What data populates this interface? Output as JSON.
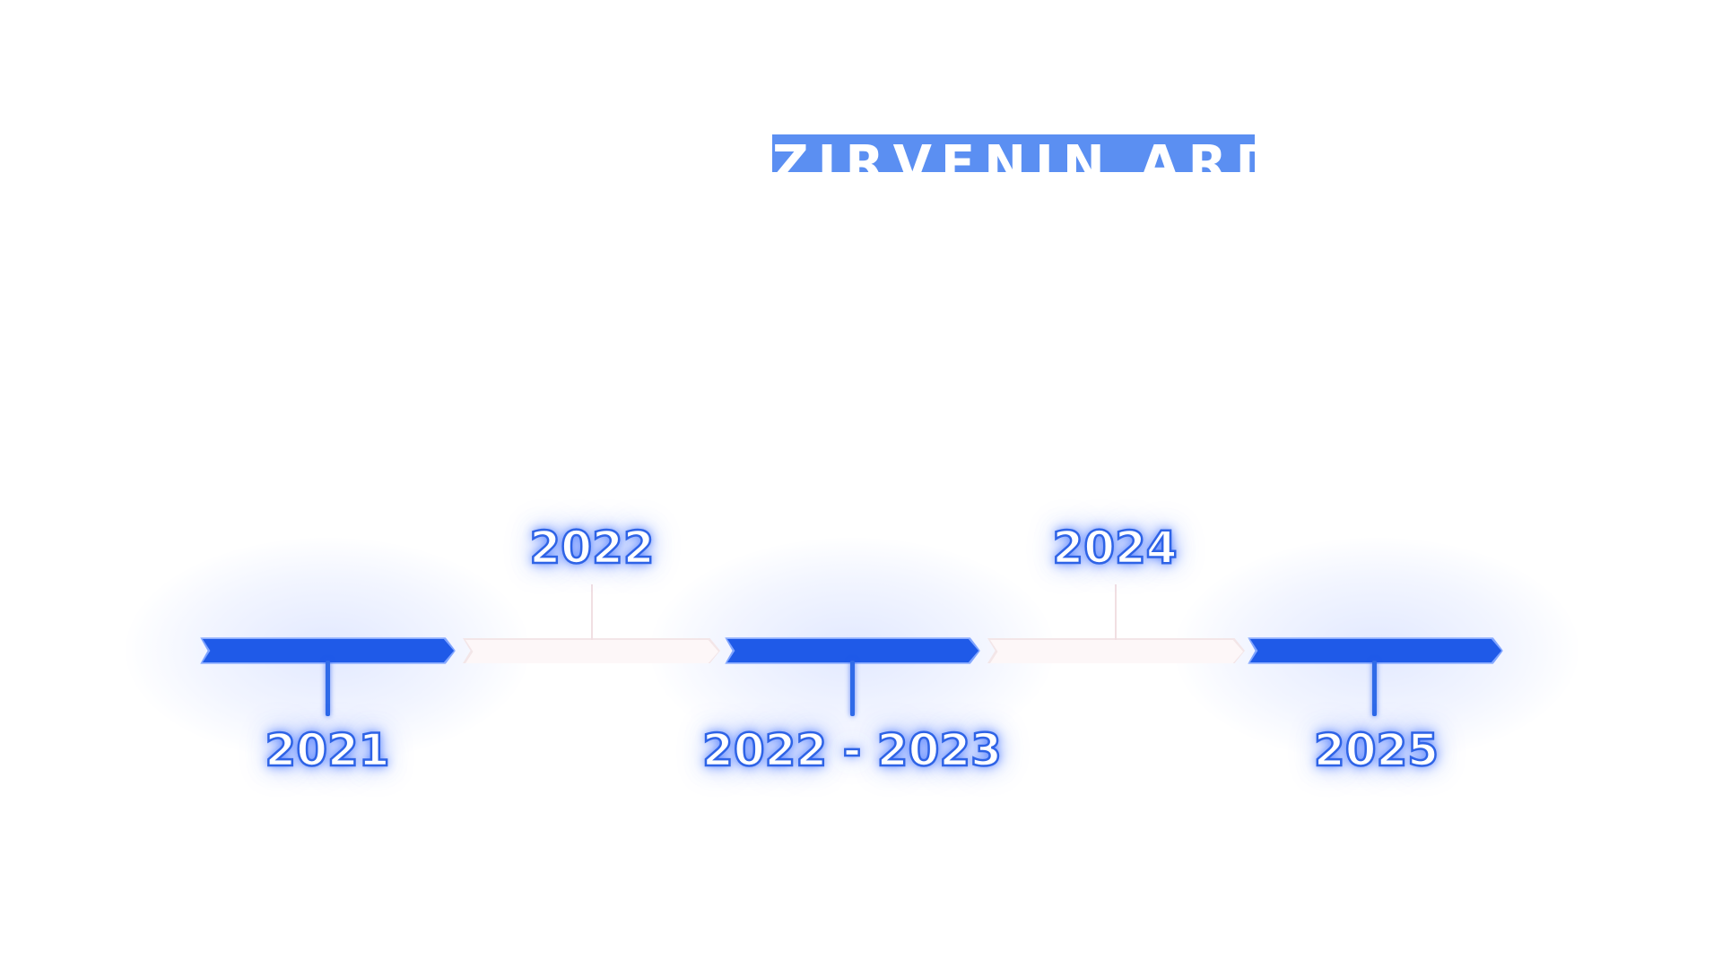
{
  "title": "ZIRVENIN ARDI",
  "timeline": {
    "milestones": [
      {
        "label": "2021",
        "position": "below",
        "style": "active"
      },
      {
        "label": "2022",
        "position": "above",
        "style": "ghost"
      },
      {
        "label": "2022 - 2023",
        "position": "below",
        "style": "active"
      },
      {
        "label": "2024",
        "position": "above",
        "style": "ghost"
      },
      {
        "label": "2025",
        "position": "below",
        "style": "active"
      }
    ]
  },
  "colors": {
    "accent": "#1f5ae8",
    "title_band": "#5b8ff2",
    "label_outline": "#2e63e6",
    "ghost_segment": "#fdf7f8",
    "background": "#ffffff"
  }
}
